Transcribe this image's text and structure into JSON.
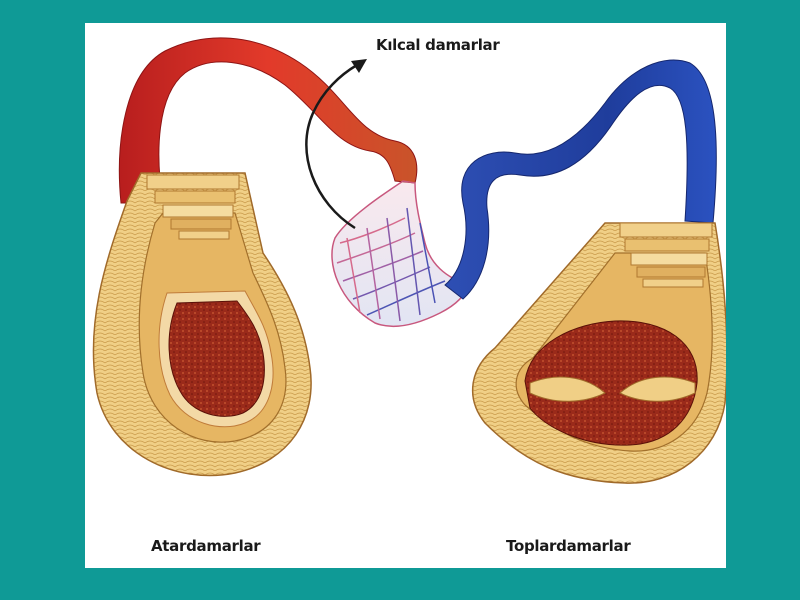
{
  "labels": {
    "capillaries": "Kılcal damarlar",
    "arteries": "Atardamarlar",
    "veins": "Toplardamarlar"
  },
  "colors": {
    "background": "#0f9a96",
    "panel": "#ffffff",
    "artery": "#d6322a",
    "vein": "#2a4fb0",
    "wall": "#e9c27a",
    "lumen": "#9c2a1c"
  }
}
